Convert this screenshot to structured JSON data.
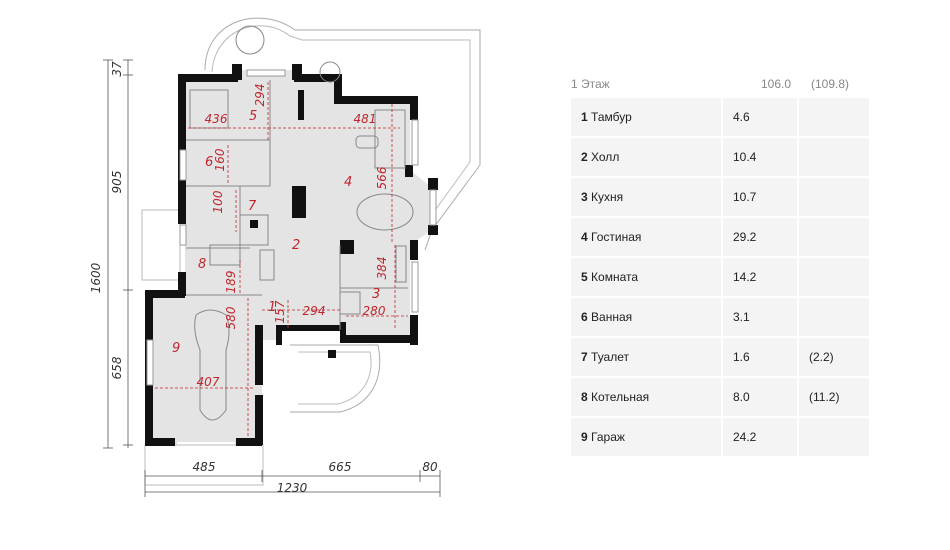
{
  "plan": {
    "overall_dims": {
      "total_height": "1600",
      "left_top": "37",
      "left_mid": "905",
      "left_bot": "658",
      "bottom_left": "485",
      "bottom_mid": "665",
      "bottom_right": "80",
      "total_width": "1230"
    },
    "room_numbers": [
      "1",
      "2",
      "4",
      "5",
      "6",
      "7",
      "8",
      "9",
      "3"
    ],
    "room_dims": [
      "436",
      "294",
      "481",
      "160",
      "566",
      "100",
      "189",
      "580",
      "157",
      "294",
      "384",
      "280",
      "407"
    ]
  },
  "table": {
    "floor_label": "1 Этаж",
    "floor_area": "106.0",
    "floor_area_alt": "(109.8)",
    "rooms": [
      {
        "num": "1",
        "name": "Тамбур",
        "area": "4.6",
        "alt": ""
      },
      {
        "num": "2",
        "name": "Холл",
        "area": "10.4",
        "alt": ""
      },
      {
        "num": "3",
        "name": "Кухня",
        "area": "10.7",
        "alt": ""
      },
      {
        "num": "4",
        "name": "Гостиная",
        "area": "29.2",
        "alt": ""
      },
      {
        "num": "5",
        "name": "Комната",
        "area": "14.2",
        "alt": ""
      },
      {
        "num": "6",
        "name": "Ванная",
        "area": "3.1",
        "alt": ""
      },
      {
        "num": "7",
        "name": "Туалет",
        "area": "1.6",
        "alt": "(2.2)"
      },
      {
        "num": "8",
        "name": "Котельная",
        "area": "8.0",
        "alt": "(11.2)"
      },
      {
        "num": "9",
        "name": "Гараж",
        "area": "24.2",
        "alt": ""
      }
    ]
  },
  "colors": {
    "wall": "#111111",
    "floor": "#e4e4e4",
    "dim_red": "#c0262d",
    "row_bg": "#f4f4f4"
  }
}
